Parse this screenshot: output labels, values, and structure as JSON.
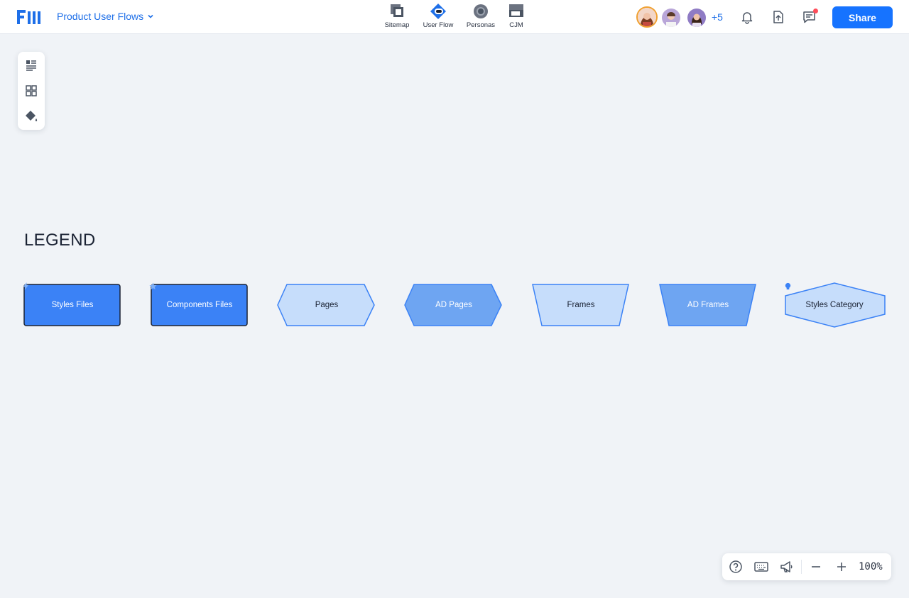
{
  "header": {
    "project_title": "Product User Flows",
    "modes": [
      {
        "label": "Sitemap",
        "icon": "sitemap-icon"
      },
      {
        "label": "User Flow",
        "icon": "user-flow-icon"
      },
      {
        "label": "Personas",
        "icon": "personas-icon"
      },
      {
        "label": "CJM",
        "icon": "cjm-icon"
      }
    ],
    "active_mode": "User Flow",
    "more_collaborators": "+5",
    "share_label": "Share"
  },
  "legend": {
    "title": "LEGEND",
    "items": [
      {
        "label": "Styles Files",
        "icon": "bolt-icon"
      },
      {
        "label": "Components Files",
        "icon": "star-icon"
      },
      {
        "label": "Pages"
      },
      {
        "label": "AD Pages"
      },
      {
        "label": "Frames"
      },
      {
        "label": "AD Frames"
      },
      {
        "label": "Styles Category",
        "icon": "lightbulb-icon"
      }
    ]
  },
  "zoom": {
    "level": "100%"
  },
  "colors": {
    "brand": "#1e6fe8",
    "share_button": "#1673ff",
    "file_fill": "#3b82f6",
    "light_fill": "#c6ddfb",
    "ad_fill": "#6ea5f2",
    "canvas": "#f0f3f7"
  }
}
